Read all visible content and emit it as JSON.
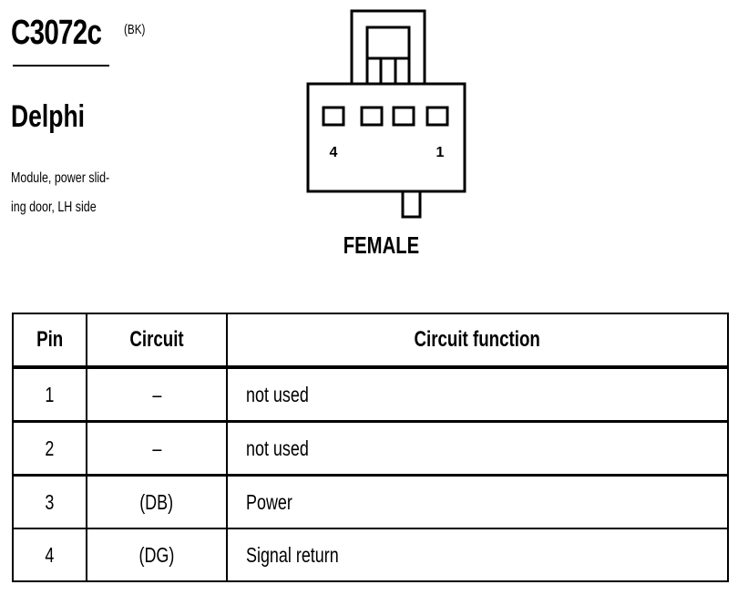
{
  "connector": {
    "id": "C3072c",
    "color_code": "(BK)",
    "manufacturer": "Delphi",
    "description_lines": [
      "Module, power slid-",
      "ing door, LH side"
    ],
    "gender": "FEMALE",
    "cavity_labels": {
      "first": "4",
      "last": "1"
    }
  },
  "table": {
    "headers": [
      "Pin",
      "Circuit",
      "Circuit function"
    ],
    "rows": [
      {
        "pin": "1",
        "circuit": "–",
        "function": "not used"
      },
      {
        "pin": "2",
        "circuit": "–",
        "function": "not used"
      },
      {
        "pin": "3",
        "circuit": "(DB)",
        "function": "Power"
      },
      {
        "pin": "4",
        "circuit": "(DG)",
        "function": "Signal return"
      }
    ]
  }
}
